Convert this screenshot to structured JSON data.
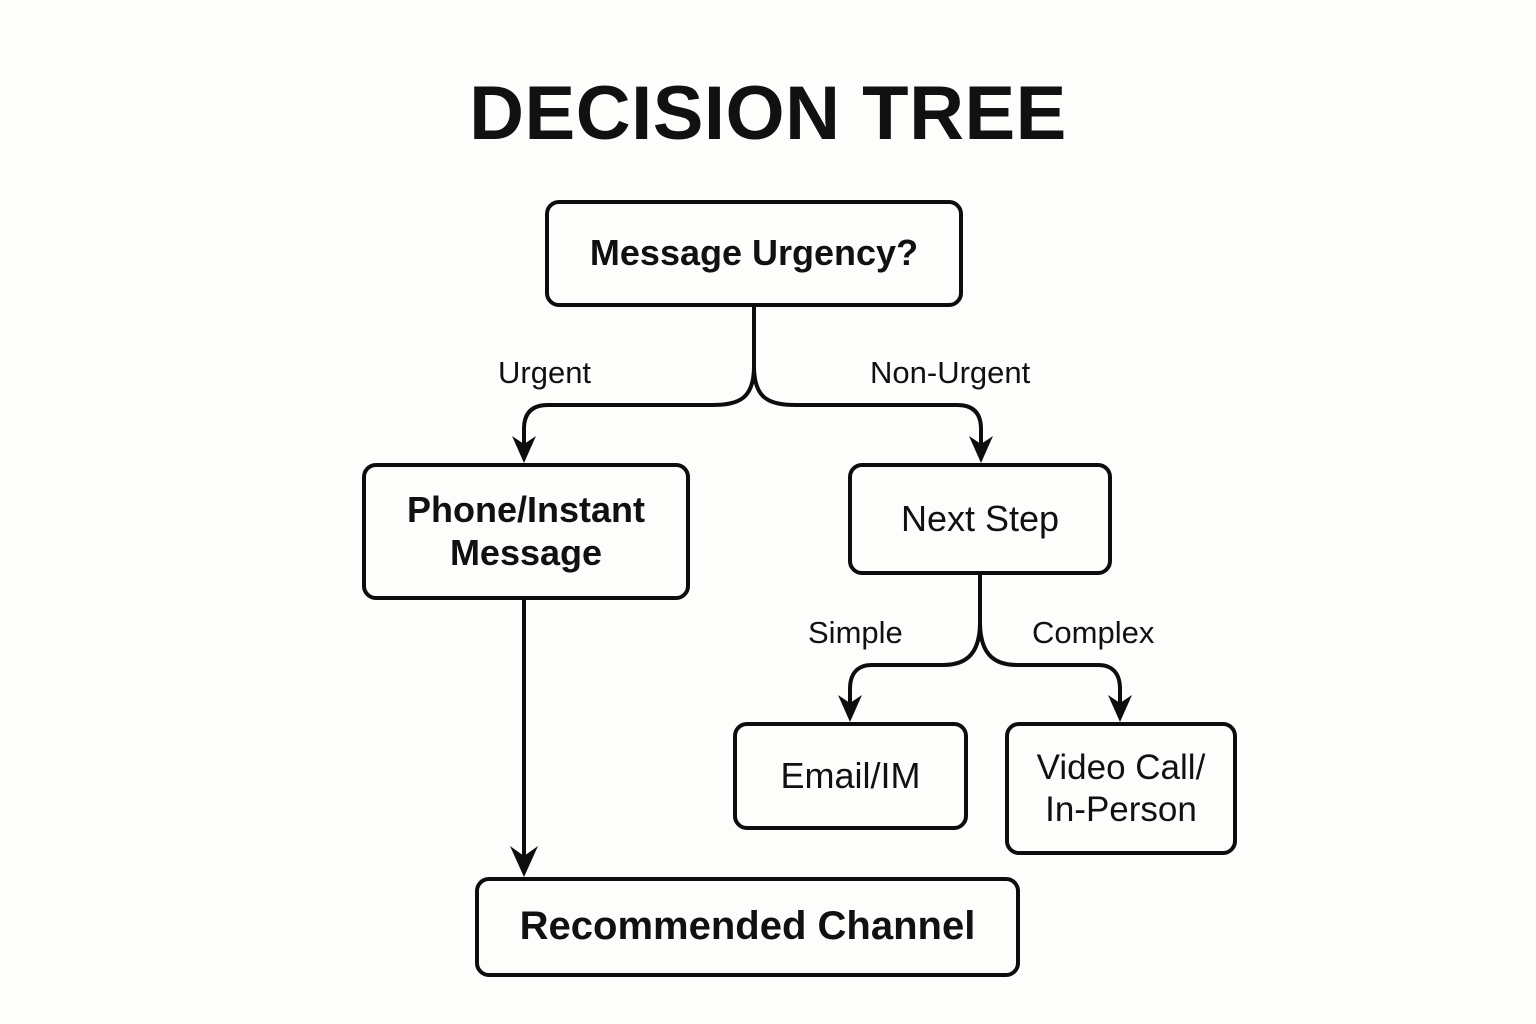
{
  "title": "DECISION TREE",
  "background_color": "#fdfdfc",
  "stroke_color": "#0d0d0d",
  "text_color": "#111111",
  "chart_data": {
    "type": "diagram",
    "diagram_kind": "decision-tree",
    "title": "DECISION TREE",
    "nodes": [
      {
        "id": "root",
        "label": "Message Urgency?",
        "shape": "rounded-rect",
        "weight": "semibold"
      },
      {
        "id": "phone",
        "label": "Phone/Instant\nMessage",
        "shape": "rounded-rect",
        "weight": "semibold"
      },
      {
        "id": "next",
        "label": "Next Step",
        "shape": "rounded-rect",
        "weight": "regular"
      },
      {
        "id": "email",
        "label": "Email/IM",
        "shape": "rounded-rect",
        "weight": "regular"
      },
      {
        "id": "video",
        "label": "Video Call/\nIn-Person",
        "shape": "rounded-rect",
        "weight": "regular"
      },
      {
        "id": "recommended",
        "label": "Recommended Channel",
        "shape": "rounded-rect",
        "weight": "semibold"
      }
    ],
    "edges": [
      {
        "from": "root",
        "to": "phone",
        "label": "Urgent"
      },
      {
        "from": "root",
        "to": "next",
        "label": "Non-Urgent"
      },
      {
        "from": "next",
        "to": "email",
        "label": "Simple"
      },
      {
        "from": "next",
        "to": "video",
        "label": "Complex"
      },
      {
        "from": "phone",
        "to": "recommended",
        "label": ""
      }
    ]
  },
  "nodes": {
    "root": {
      "label": "Message Urgency?"
    },
    "phone": {
      "label": "Phone/Instant\nMessage"
    },
    "next": {
      "label": "Next Step"
    },
    "email": {
      "label": "Email/IM"
    },
    "video": {
      "label": "Video Call/\nIn-Person"
    },
    "recommended": {
      "label": "Recommended Channel"
    }
  },
  "edge_labels": {
    "urgent": "Urgent",
    "non_urgent": "Non-Urgent",
    "simple": "Simple",
    "complex": "Complex"
  }
}
